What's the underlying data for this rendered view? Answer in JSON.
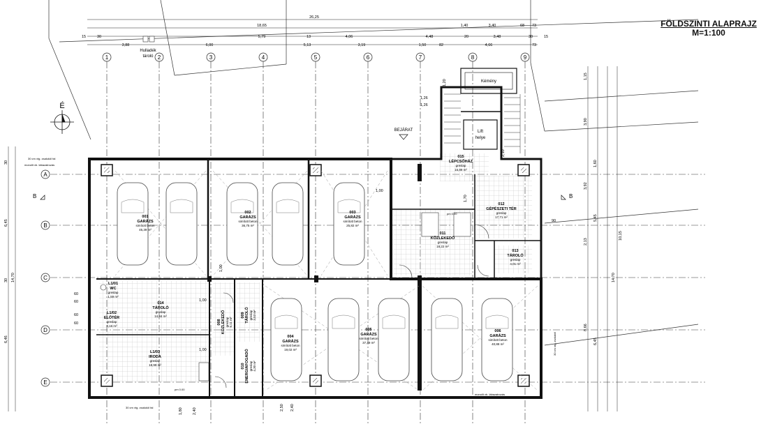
{
  "title": {
    "line1": "FÖLDSZINTI ALAPRAJZ",
    "line2": "M=1:100"
  },
  "grid": {
    "cols": [
      "1",
      "2",
      "3",
      "4",
      "5",
      "6",
      "7",
      "8",
      "9"
    ],
    "rows": [
      "A",
      "B",
      "C",
      "D",
      "E"
    ]
  },
  "labels": {
    "north": "É",
    "entrance": "BEJÁRAT",
    "section_b_left": "B",
    "section_b_right": "B",
    "chimney": "Kémény",
    "lift_line1": "Lift",
    "lift_line2": "helye",
    "waste_line1": "Hulladék",
    "waste_line2": "tároló",
    "note_top1": "30 cm vtg. zsaluköl fal",
    "note_top2": "monolit vb. lábazatrozás",
    "note_bottom1": "30 cm vtg. zsaluköl fal",
    "note_bottom2": "monolit vb. lábazatrozás",
    "note_right": "30 cm vtg. zsaluköl",
    "pm1": "pm 0.00",
    "pm2": "pm 0.00"
  },
  "rooms": [
    {
      "no": "001",
      "name": "GARÁZS",
      "floor": "simított beton",
      "area": "45,39 m²"
    },
    {
      "no": "002",
      "name": "GARÁZS",
      "floor": "simított beton",
      "area": "36,75 m²"
    },
    {
      "no": "003",
      "name": "GARÁZS",
      "floor": "simított beton",
      "area": "25,82 m²"
    },
    {
      "no": "015",
      "name": "LÉPCSŐHÁZ",
      "floor": "greslap",
      "area": "15,89 m²"
    },
    {
      "no": "012",
      "name": "GÉPÉSZETI TÉR",
      "floor": "greslap",
      "area": "17,71 m²"
    },
    {
      "no": "011",
      "name": "KÖZLEKEDŐ",
      "floor": "greslap",
      "area": "18,22 m²"
    },
    {
      "no": "013",
      "name": "TÁROLÓ",
      "floor": "greslap",
      "area": "4,01 m²"
    },
    {
      "no": "014",
      "name": "TÁROLÓ",
      "floor": "greslap",
      "area": "14,84 m²"
    },
    {
      "no": "008",
      "name": "KÖZLEKEDŐ",
      "floor": "greslap",
      "area": "6,11 m²"
    },
    {
      "no": "009",
      "name": "TÁROLÓ",
      "floor": "greslap",
      "area": "3,53 m²"
    },
    {
      "no": "L1/03",
      "name": "IRODA",
      "floor": "greslap",
      "area": "18,99 m²"
    },
    {
      "no": "L1/02",
      "name": "ELŐTÉR",
      "floor": "greslap",
      "area": "4,16 m²"
    },
    {
      "no": "L1/01",
      "name": "WC",
      "floor": "greslap",
      "area": "1,59 m²"
    },
    {
      "no": "010",
      "name": "ENERGIAFOGADÓ",
      "floor": "greslap",
      "area": "4,30 m²"
    },
    {
      "no": "004",
      "name": "GARÁZS",
      "floor": "simított beton",
      "area": "19,02 m²"
    },
    {
      "no": "005",
      "name": "GARÁZS",
      "floor": "simított beton",
      "area": "37,49 m²"
    },
    {
      "no": "006",
      "name": "GARÁZS",
      "floor": "simított beton",
      "area": "40,88 m²"
    }
  ],
  "dims_top": {
    "overall": "26,25",
    "r1": [
      "18,65",
      "1,40",
      "3,40",
      "68",
      "73"
    ],
    "r2": [
      "15",
      "30",
      "5,79",
      "13",
      "4,06",
      "4,48",
      "20",
      "3,48",
      "30",
      "15"
    ],
    "r3": [
      "3,88",
      "6,00",
      "5,13",
      "3,19",
      "1,50",
      "82",
      "4,66",
      "73"
    ]
  },
  "dims_left": [
    "30",
    "6,45",
    "30",
    "6,46",
    "14,70"
  ],
  "dims_right": [
    "1,15",
    "3,90",
    "3,92",
    "5,45",
    "2,13",
    "1,60",
    "8,66",
    "6,45",
    "10,15",
    "14,70"
  ],
  "dims_bottom": [
    "1,80",
    "2,40",
    "2,50",
    "2,40"
  ],
  "dims_misc": [
    "1,26",
    "1,26",
    "1,20",
    "1,00",
    "1,00",
    "60",
    "60",
    "60",
    "60",
    "1,00",
    "1,00",
    "2,10",
    "1,70",
    "90"
  ]
}
